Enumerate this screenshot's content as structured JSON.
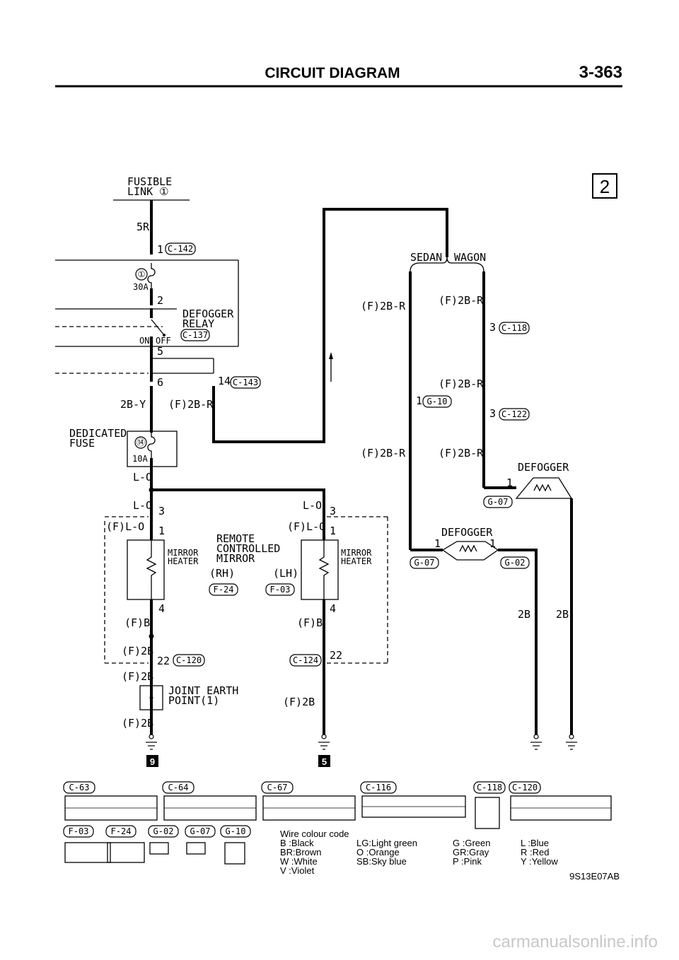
{
  "header": {
    "title": "CIRCUIT DIAGRAM",
    "page_number": "3-363",
    "section_number": "2"
  },
  "power": {
    "fusible_link_line1": "FUSIBLE",
    "fusible_link_line2": "LINK ①",
    "wire_5r": "5R",
    "fuse_number": "①",
    "fuse_rating": "30A"
  },
  "relay": {
    "line1": "DEFOGGER",
    "line2": "RELAY",
    "connector": "C-137",
    "on": "ON",
    "off": "OFF"
  },
  "connectors": {
    "c142": "C-142",
    "c143": "C-143",
    "c118": "C-118",
    "g10": "G-10",
    "c122": "C-122",
    "g07": "G-07",
    "g02": "G-02",
    "f24": "F-24",
    "f03": "F-03",
    "c120": "C-120",
    "c124": "C-124"
  },
  "pins": {
    "p1": "1",
    "p2": "2",
    "p3": "3",
    "p4": "4",
    "p5": "5",
    "p6": "6",
    "p14": "14",
    "p22": "22"
  },
  "wires": {
    "w2by": "2B-Y",
    "wf2br": "(F)2B-R",
    "wlo": "L-O",
    "wflo": "(F)L-O",
    "wfb": "(F)B",
    "wf2b": "(F)2B",
    "w2b": "2B"
  },
  "dedicated_fuse": {
    "line1": "DEDICATED",
    "line2": "FUSE",
    "number": "⑭",
    "rating": "10A"
  },
  "variants": {
    "sedan": "SEDAN",
    "wagon": "WAGON"
  },
  "defogger_label": "DEFOGGER",
  "mirror": {
    "line1": "REMOTE",
    "line2": "CONTROLLED",
    "line3": "MIRROR",
    "rh": "(RH)",
    "lh": "(LH)",
    "heater1": "MIRROR",
    "heater2": "HEATER"
  },
  "earth": {
    "line1": "JOINT EARTH",
    "line2": "POINT(1)",
    "marker_left": "9",
    "marker_right": "5"
  },
  "connector_views": [
    {
      "top": "C-63",
      "bottom": "F-03"
    },
    {
      "top": "C-64",
      "bottom": "F-24"
    },
    {
      "top": "",
      "bottom": "G-02"
    },
    {
      "top": "",
      "bottom": "G-07"
    },
    {
      "top": "C-67",
      "bottom": "G-10"
    },
    {
      "top": "C-116",
      "bottom": ""
    },
    {
      "top": "C-118",
      "bottom": ""
    },
    {
      "top": "C-120",
      "bottom": ""
    }
  ],
  "legend": {
    "title": "Wire colour code",
    "col1": [
      "B :Black",
      "BR:Brown",
      "W :White",
      "V :Violet"
    ],
    "col2": [
      "LG:Light green",
      "O :Orange",
      "SB:Sky blue"
    ],
    "col3": [
      "G :Green",
      "GR:Gray",
      "P :Pink"
    ],
    "col4": [
      "L :Blue",
      "R :Red",
      "Y :Yellow"
    ],
    "code": "9S13E07AB"
  },
  "watermark": "carmanualsonline.info"
}
